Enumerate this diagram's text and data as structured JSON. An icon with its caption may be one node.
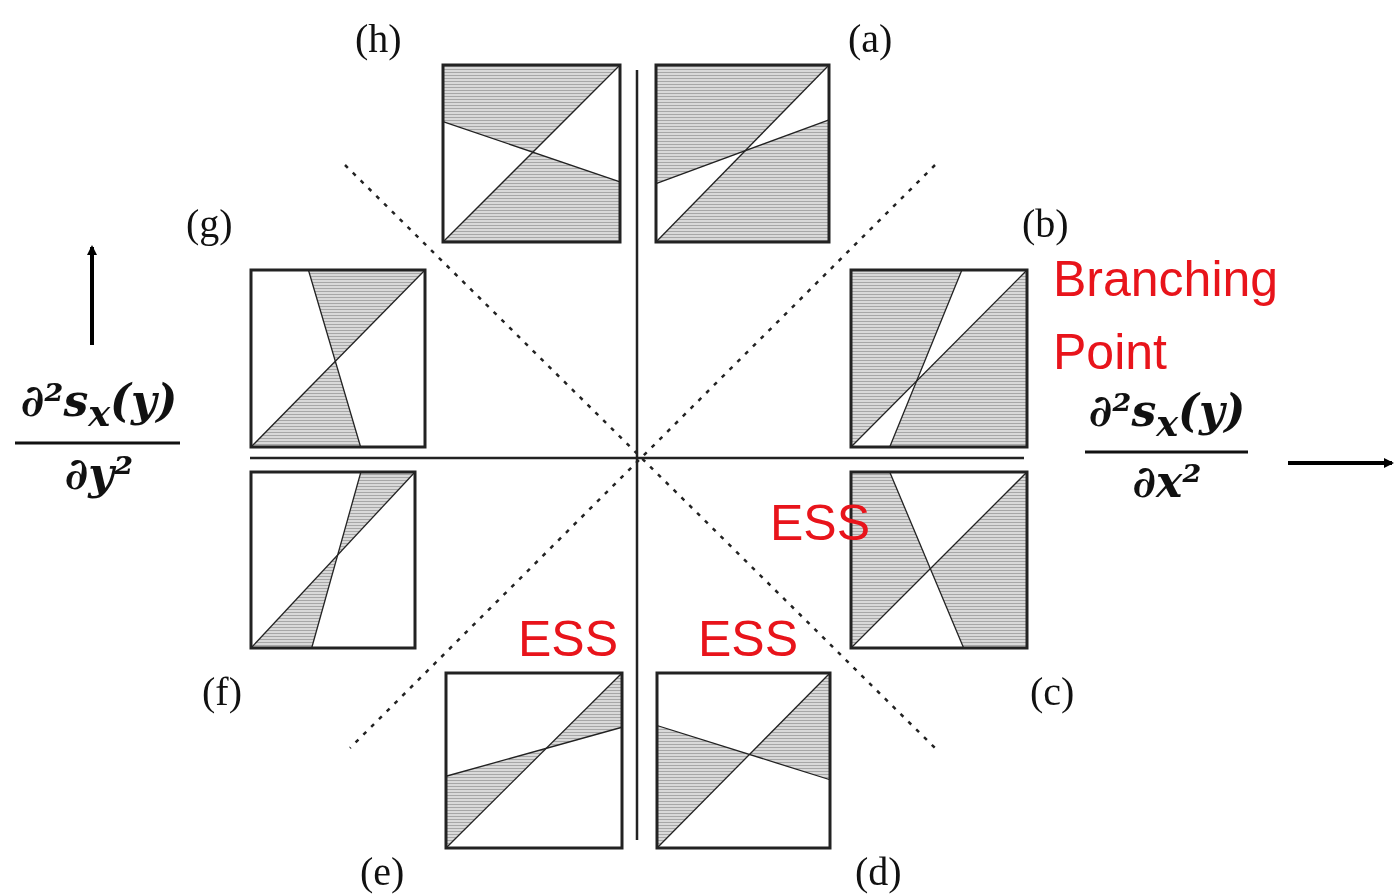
{
  "diagram": {
    "labels": [
      "(h)",
      "(a)",
      "(g)",
      "(b)",
      "Branching Point",
      "∂²s$_{x}$(y)",
      "∂y²",
      "∂²s$_{x}$(y)",
      "∂x²",
      "ESS",
      "ESS",
      "ESS",
      "(f)",
      "(c)",
      "(e)",
      "(d)"
    ]
  }
}
